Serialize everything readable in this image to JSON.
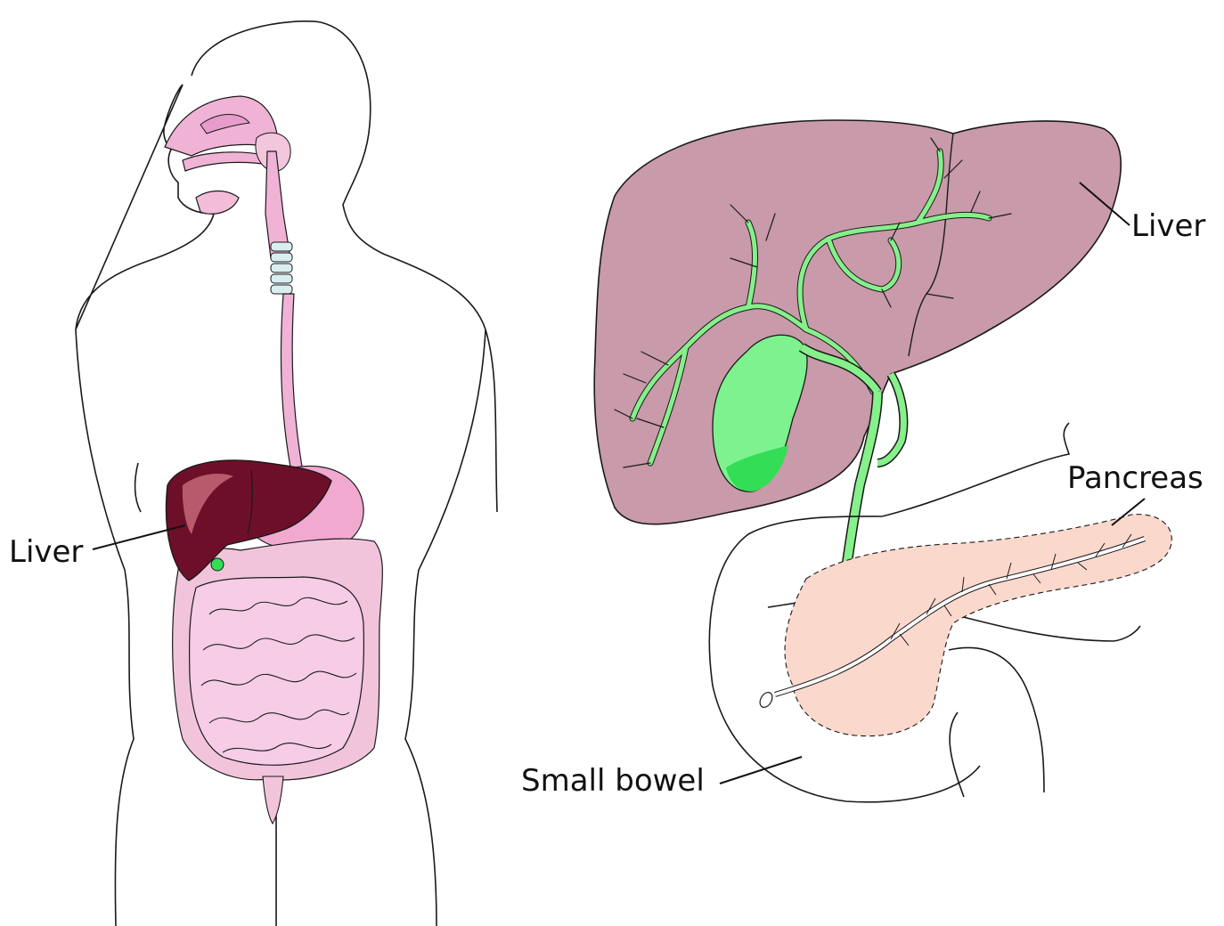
{
  "labels": {
    "left_liver": "Liver",
    "right_liver": "Liver",
    "pancreas": "Pancreas",
    "small_bowel": "Small bowel"
  },
  "colors": {
    "outline": "#1a1a1a",
    "body_fill": "#ffffff",
    "liver_dark": "#6e0f2a",
    "liver_highlight": "#b85a6b",
    "liver_light": "#c89aaa",
    "digestive_pink": "#f0b3d6",
    "intestine_pink": "#f6cce6",
    "gallbladder_green": "#7df28f",
    "gallbladder_shadow": "#33dd55",
    "bile_duct_green": "#86f08a",
    "pancreas_peach": "#fbd8cc",
    "cartilage_blue": "#d9eef0"
  }
}
